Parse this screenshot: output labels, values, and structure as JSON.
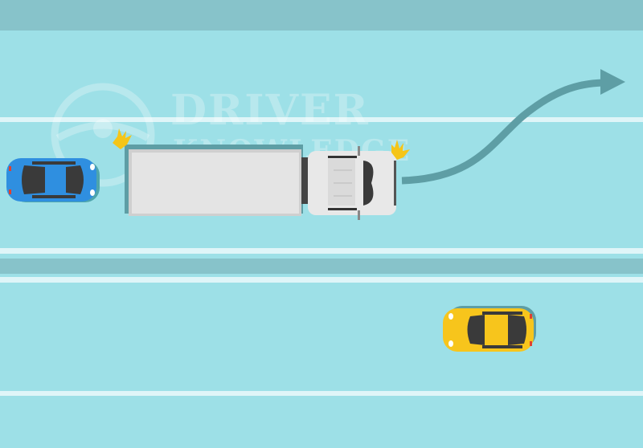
{
  "watermark": {
    "line1": "DRIVER",
    "line2": "KNOWLEDGE"
  },
  "colors": {
    "road": "#9de0e7",
    "shoulder": "#87c3ca",
    "lane_line": "#dff5f8",
    "arrow": "#5e9ea5",
    "blue_car": "#2f8fe0",
    "yellow_car": "#f7c51c",
    "truck": "#e4e4e4",
    "flash": "#f5c518"
  },
  "scene": {
    "vehicles": [
      {
        "name": "blue-car",
        "direction": "right",
        "lane": "upper-left"
      },
      {
        "name": "truck",
        "direction": "right",
        "indicators": "flashing"
      },
      {
        "name": "yellow-car",
        "direction": "left",
        "lane": "oncoming"
      }
    ],
    "arrow": "lane-change-left"
  }
}
